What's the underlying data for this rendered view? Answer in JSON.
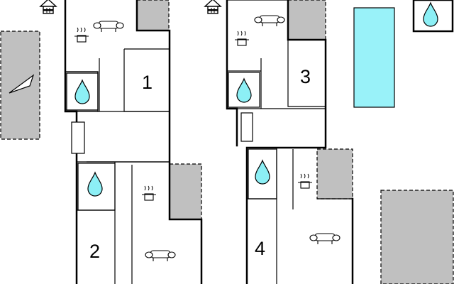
{
  "units": [
    {
      "id": "1",
      "label": "1"
    },
    {
      "id": "2",
      "label": "2"
    },
    {
      "id": "3",
      "label": "3"
    },
    {
      "id": "4",
      "label": "4"
    }
  ],
  "icons": {
    "entrance": "house-entrance-icon",
    "bathroom": "water-drop-icon",
    "kitchen": "cooking-pot-icon",
    "living": "sofa-icon",
    "pool": "pool",
    "terrace": "terrace",
    "stairs": "stairs"
  },
  "colors": {
    "walls": "#000000",
    "terrace": "#c0c0c0",
    "pool": "#99f2f9",
    "drop": "#8ceff5"
  }
}
